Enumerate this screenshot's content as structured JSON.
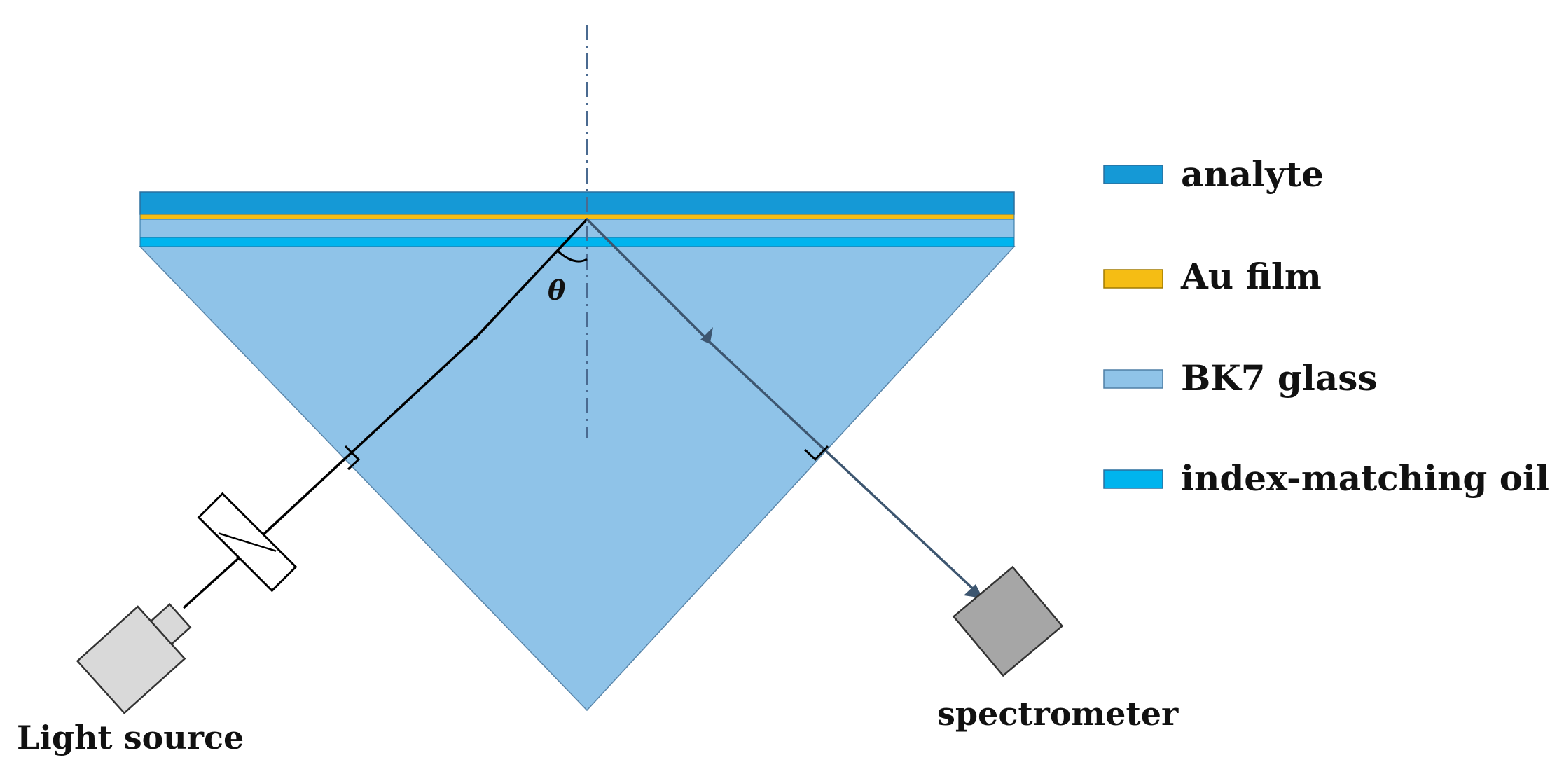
{
  "legend": {
    "items": [
      {
        "key": "analyte",
        "label": "analyte",
        "color": "#1599d6"
      },
      {
        "key": "au",
        "label": "Au film",
        "color": "#f5bd14"
      },
      {
        "key": "bk7",
        "label": "BK7 glass",
        "color": "#8fc3e8"
      },
      {
        "key": "oil",
        "label": "index-matching oil",
        "color": "#00b4ee"
      }
    ]
  },
  "labels": {
    "source": "Light source",
    "spectrometer": "spectrometer",
    "angle": "θ"
  },
  "colors": {
    "prism": "#8fc3e8",
    "incident_beam": "#000000",
    "reflected_beam": "#3d5670",
    "source_body": "#d9d9d9",
    "spectrometer_body": "#a6a6a6"
  }
}
